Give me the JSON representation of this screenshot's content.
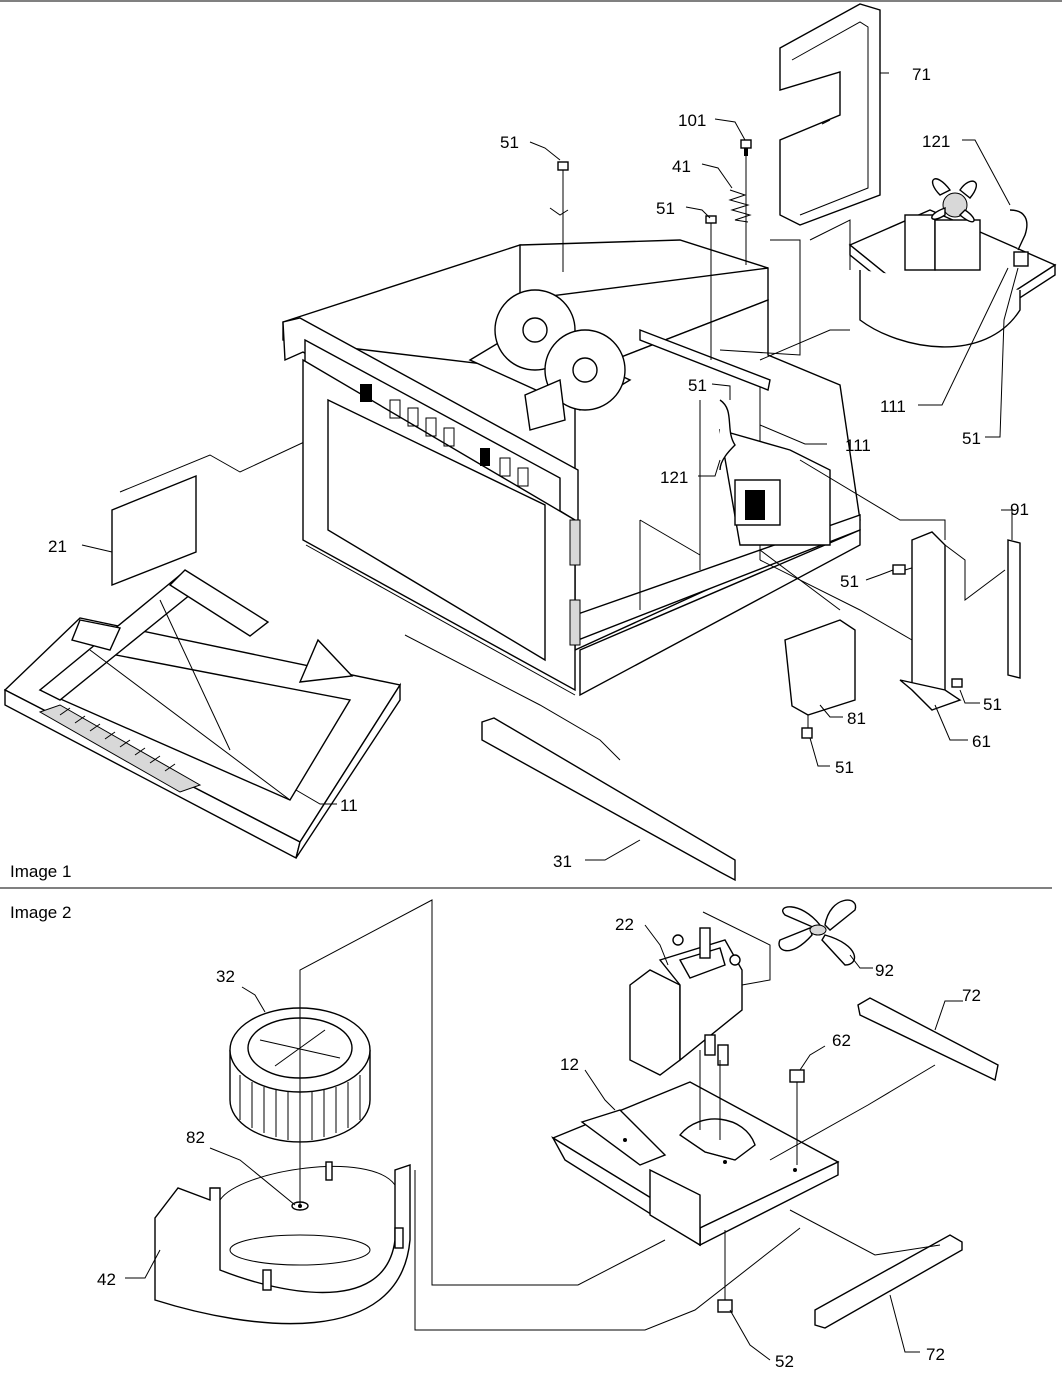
{
  "figure": {
    "image1_caption": "Image 1",
    "image2_caption": "Image 2"
  },
  "callouts_image1": {
    "c11": "11",
    "c21": "21",
    "c31": "31",
    "c41": "41",
    "c51a": "51",
    "c51b": "51",
    "c51c": "51",
    "c51d": "51",
    "c51e": "51",
    "c51f": "51",
    "c51g": "51",
    "c61": "61",
    "c71": "71",
    "c81": "81",
    "c91": "91",
    "c101": "101",
    "c111a": "111",
    "c111b": "111",
    "c121a": "121",
    "c121b": "121"
  },
  "callouts_image2": {
    "c12": "12",
    "c22": "22",
    "c32": "32",
    "c42": "42",
    "c52": "52",
    "c62": "62",
    "c72a": "72",
    "c72b": "72",
    "c82": "82",
    "c92": "92"
  }
}
